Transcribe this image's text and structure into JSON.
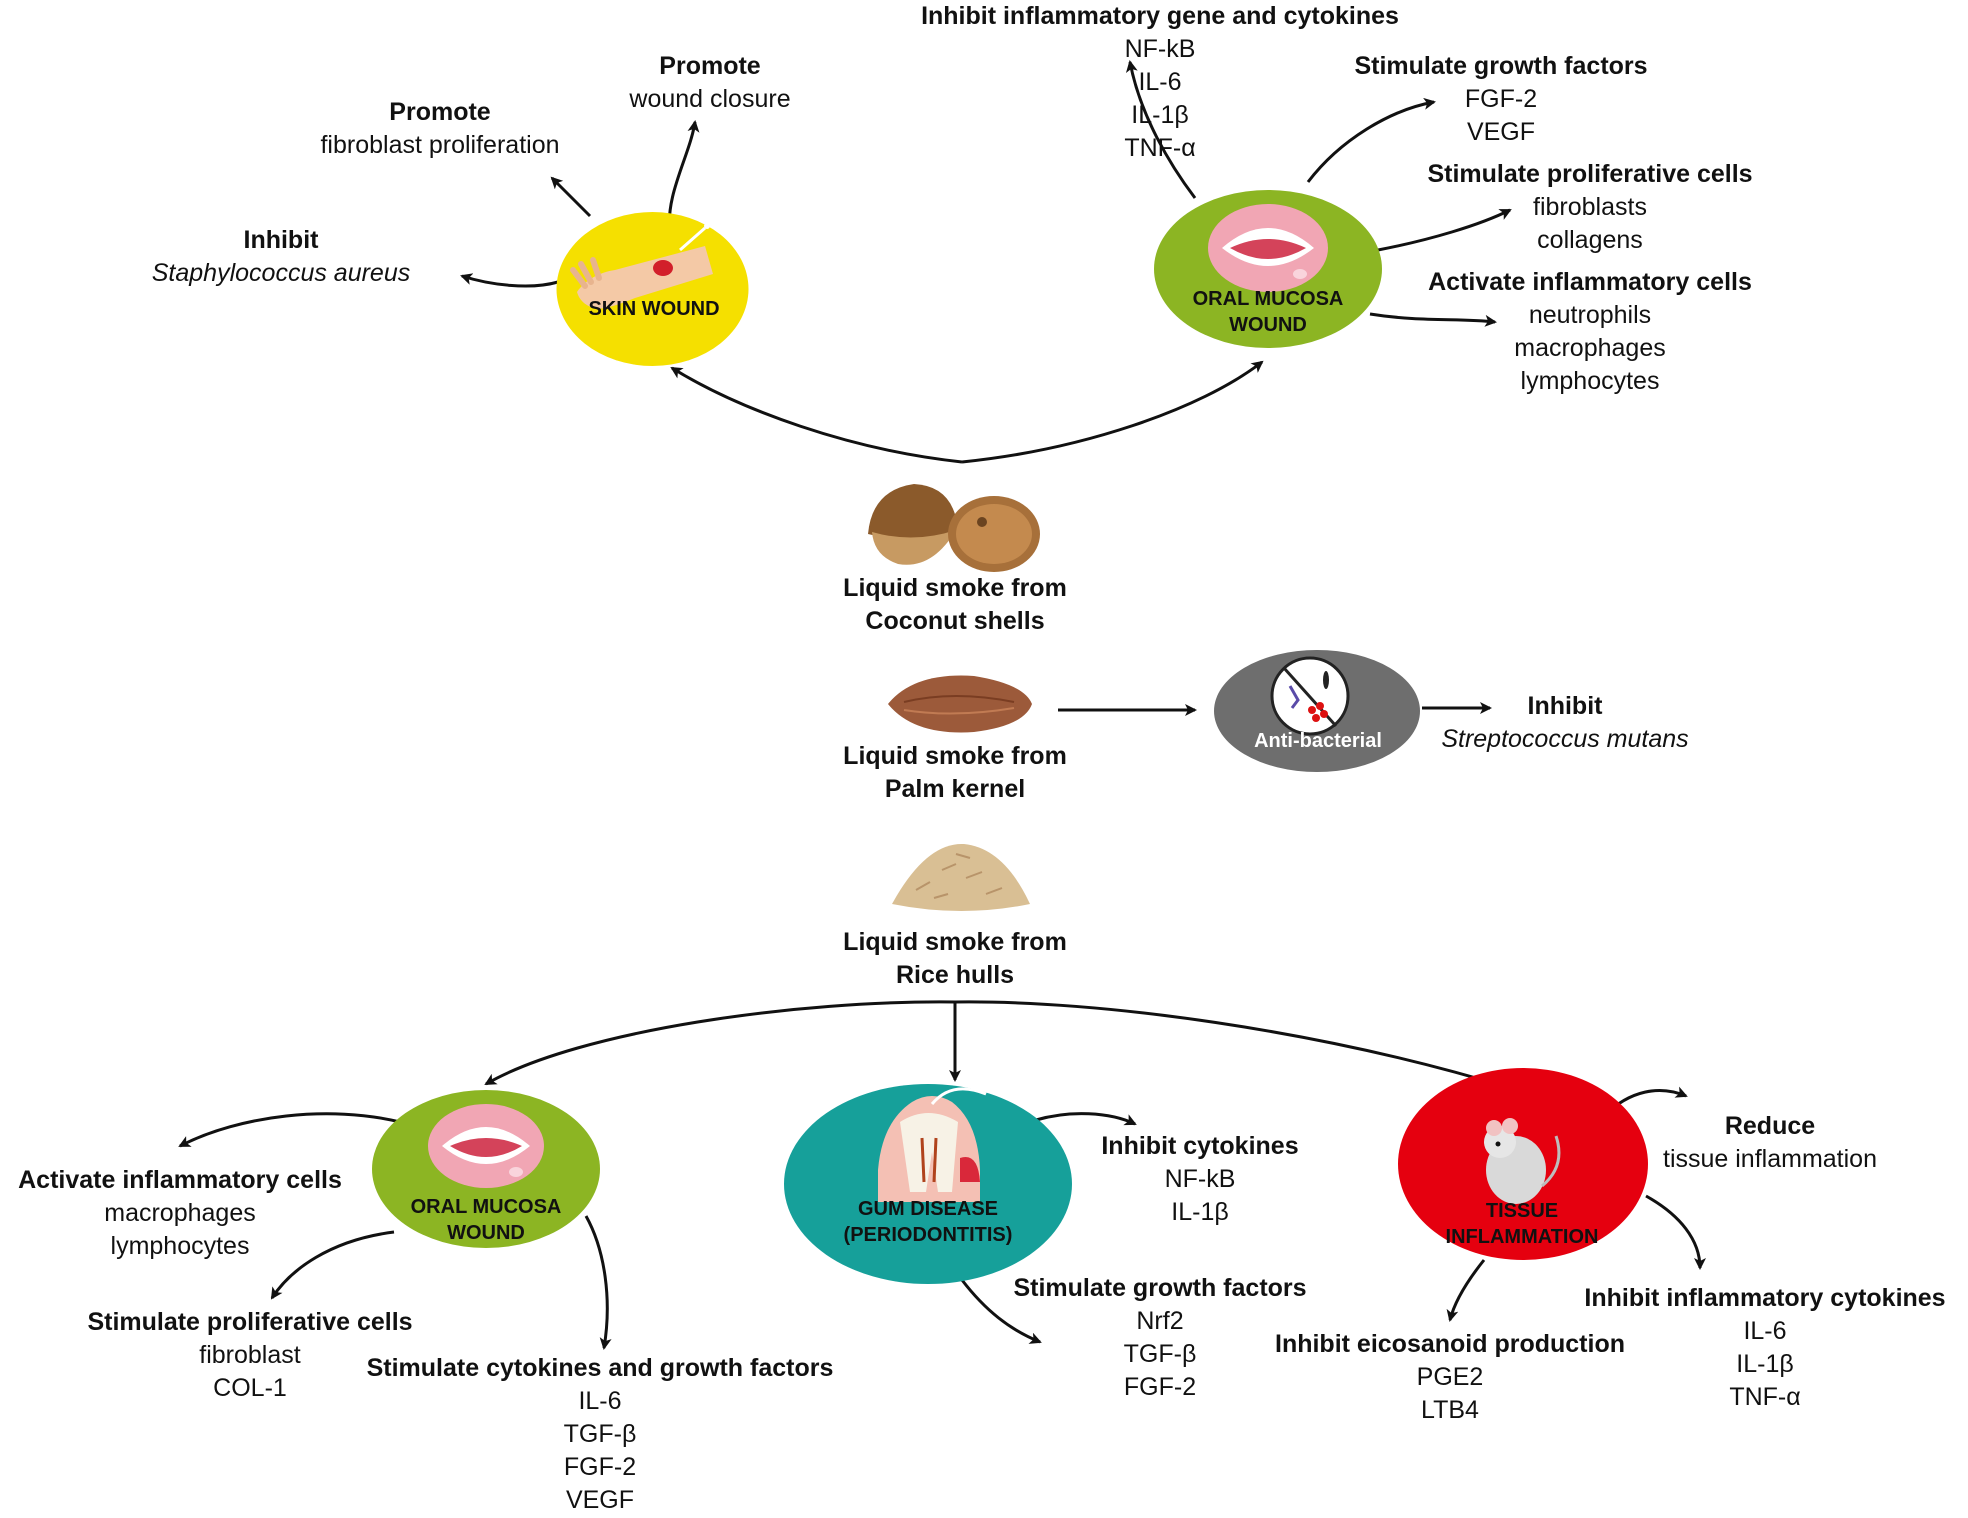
{
  "sources": {
    "coconut": [
      "Liquid smoke from",
      "Coconut shells"
    ],
    "palm": [
      "Liquid smoke from",
      "Palm kernel"
    ],
    "rice": [
      "Liquid smoke from",
      "Rice hulls"
    ]
  },
  "nodes": {
    "skin_wound": "SKIN WOUND",
    "oral_top": [
      "ORAL MUCOSA",
      "WOUND"
    ],
    "antibacterial": "Anti-bacterial",
    "oral_bottom": [
      "ORAL MUCOSA",
      "WOUND"
    ],
    "gum": [
      "GUM DISEASE",
      "(PERIODONTITIS)"
    ],
    "tissue": [
      "TISSUE",
      "INFLAMMATION"
    ]
  },
  "skin_effects": {
    "closure": {
      "heading": "Promote",
      "items": [
        "wound closure"
      ]
    },
    "fibro": {
      "heading": "Promote",
      "items": [
        "fibroblast proliferation"
      ]
    },
    "staph": {
      "heading": "Inhibit",
      "items": [
        "Staphylococcus aureus"
      ]
    }
  },
  "oral_top_effects": {
    "inflam_gene": {
      "heading": "Inhibit inflammatory gene and cytokines",
      "items": [
        "NF-kB",
        "IL-6",
        "IL-1β",
        "TNF-α"
      ]
    },
    "growth": {
      "heading": "Stimulate growth factors",
      "items": [
        "FGF-2",
        "VEGF"
      ]
    },
    "prolif": {
      "heading": "Stimulate proliferative cells",
      "items": [
        "fibroblasts",
        "collagens"
      ]
    },
    "activate": {
      "heading": "Activate inflammatory cells",
      "items": [
        "neutrophils",
        "macrophages",
        "lymphocytes"
      ]
    }
  },
  "antibacterial_effect": {
    "heading": "Inhibit",
    "items": [
      "Streptococcus mutans"
    ]
  },
  "oral_bottom_effects": {
    "activate": {
      "heading": "Activate inflammatory cells",
      "items": [
        "macrophages",
        "lymphocytes"
      ]
    },
    "prolif": {
      "heading": "Stimulate proliferative cells",
      "items": [
        "fibroblast",
        "COL-1"
      ]
    },
    "cyto": {
      "heading": "Stimulate cytokines and growth factors",
      "items": [
        "IL-6",
        "TGF-β",
        "FGF-2",
        "VEGF"
      ]
    }
  },
  "gum_effects": {
    "cyto": {
      "heading": "Inhibit cytokines",
      "items": [
        "NF-kB",
        "IL-1β"
      ]
    },
    "growth": {
      "heading": "Stimulate growth factors",
      "items": [
        "Nrf2",
        "TGF-β",
        "FGF-2"
      ]
    }
  },
  "tissue_effects": {
    "reduce": {
      "heading": "Reduce",
      "items": [
        "tissue inflammation"
      ]
    },
    "eico": {
      "heading": "Inhibit eicosanoid production",
      "items": [
        "PGE2",
        "LTB4"
      ]
    },
    "cyto": {
      "heading": "Inhibit inflammatory cytokines",
      "items": [
        "IL-6",
        "IL-1β",
        "TNF-α"
      ]
    }
  },
  "colors": {
    "skin_wound": "#f5e000",
    "oral_mucosa": "#8cb523",
    "antibacterial": "#6e6e6e",
    "gum_disease": "#16a09a",
    "tissue_inflammation": "#e5000f",
    "arrow": "#111111"
  }
}
